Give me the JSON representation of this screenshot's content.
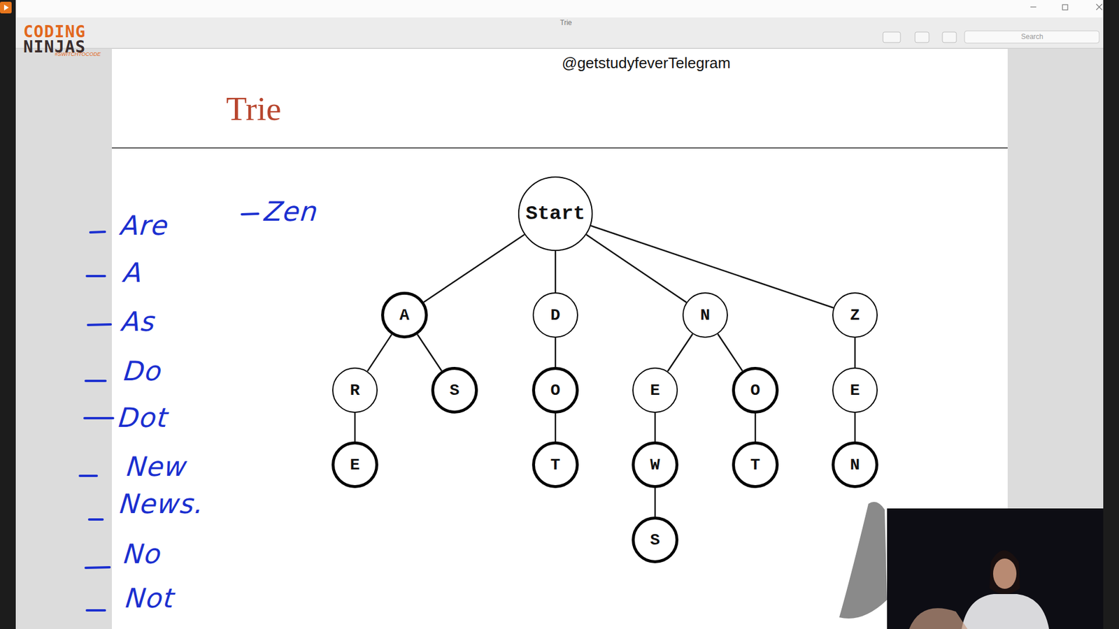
{
  "diagram": {
    "title": "Trie",
    "nodes": [
      {
        "text": [
          "Start"
        ]
      },
      {
        "text": [
          "A"
        ]
      },
      {
        "text": [
          "D"
        ]
      },
      {
        "text": [
          "N"
        ]
      },
      {
        "text": [
          "Z"
        ]
      },
      {
        "text": [
          "R"
        ]
      },
      {
        "text": [
          "S"
        ]
      },
      {
        "text": [
          "O"
        ]
      },
      {
        "text": [
          "E"
        ]
      },
      {
        "text": [
          "O"
        ]
      },
      {
        "text": [
          "E"
        ]
      },
      {
        "text": [
          "E"
        ]
      },
      {
        "text": [
          "T"
        ]
      },
      {
        "text": [
          "W"
        ]
      },
      {
        "text": [
          "T"
        ]
      },
      {
        "text": [
          "N"
        ]
      },
      {
        "text": [
          "S"
        ]
      }
    ],
    "edges": [
      {
        "from": 0,
        "to": 1,
        "arrow": "none"
      },
      {
        "from": 0,
        "to": 2,
        "arrow": "none"
      },
      {
        "from": 0,
        "to": 3,
        "arrow": "none"
      },
      {
        "from": 0,
        "to": 4,
        "arrow": "none"
      },
      {
        "from": 1,
        "to": 5,
        "arrow": "none"
      },
      {
        "from": 1,
        "to": 6,
        "arrow": "none"
      },
      {
        "from": 2,
        "to": 7,
        "arrow": "none"
      },
      {
        "from": 3,
        "to": 8,
        "arrow": "none"
      },
      {
        "from": 3,
        "to": 9,
        "arrow": "none"
      },
      {
        "from": 4,
        "to": 10,
        "arrow": "none"
      },
      {
        "from": 5,
        "to": 11,
        "arrow": "none"
      },
      {
        "from": 7,
        "to": 12,
        "arrow": "none"
      },
      {
        "from": 8,
        "to": 13,
        "arrow": "none"
      },
      {
        "from": 9,
        "to": 14,
        "arrow": "none"
      },
      {
        "from": 10,
        "to": 15,
        "arrow": "none"
      },
      {
        "from": 13,
        "to": 16,
        "arrow": "none"
      }
    ],
    "labels": [
      "@getstudyfeverTelegram",
      "CODING",
      "NINJAS",
      "#SWITCHTOCODE",
      "Trie",
      "Search",
      "Are",
      "A",
      "As",
      "Do",
      "Dot",
      "New",
      "News.",
      "No",
      "Not",
      "Zen"
    ]
  }
}
